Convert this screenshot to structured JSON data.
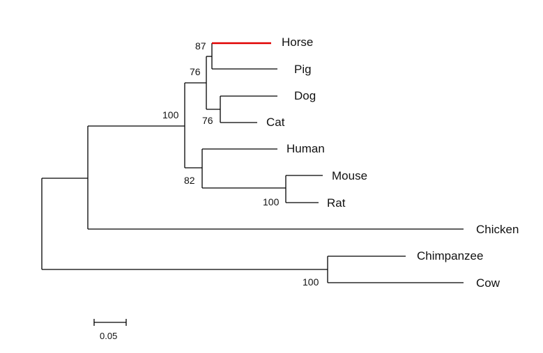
{
  "tree": {
    "highlight_color": "#e00000",
    "branch_color": "#000000",
    "taxa": {
      "horse": "Horse",
      "pig": "Pig",
      "dog": "Dog",
      "cat": "Cat",
      "human": "Human",
      "mouse": "Mouse",
      "rat": "Rat",
      "chicken": "Chicken",
      "chimpanzee": "Chimpanzee",
      "cow": "Cow"
    },
    "bootstrap": {
      "horse_pig": "87",
      "horse_pig_dog_cat": "76",
      "dog_cat": "76",
      "mammal_clade": "100",
      "human_rodents": "82",
      "mouse_rat": "100",
      "chimpanzee_cow": "100"
    },
    "highlighted_taxon": "Horse"
  },
  "scale_bar": {
    "label": "0.05",
    "value": 0.05
  }
}
